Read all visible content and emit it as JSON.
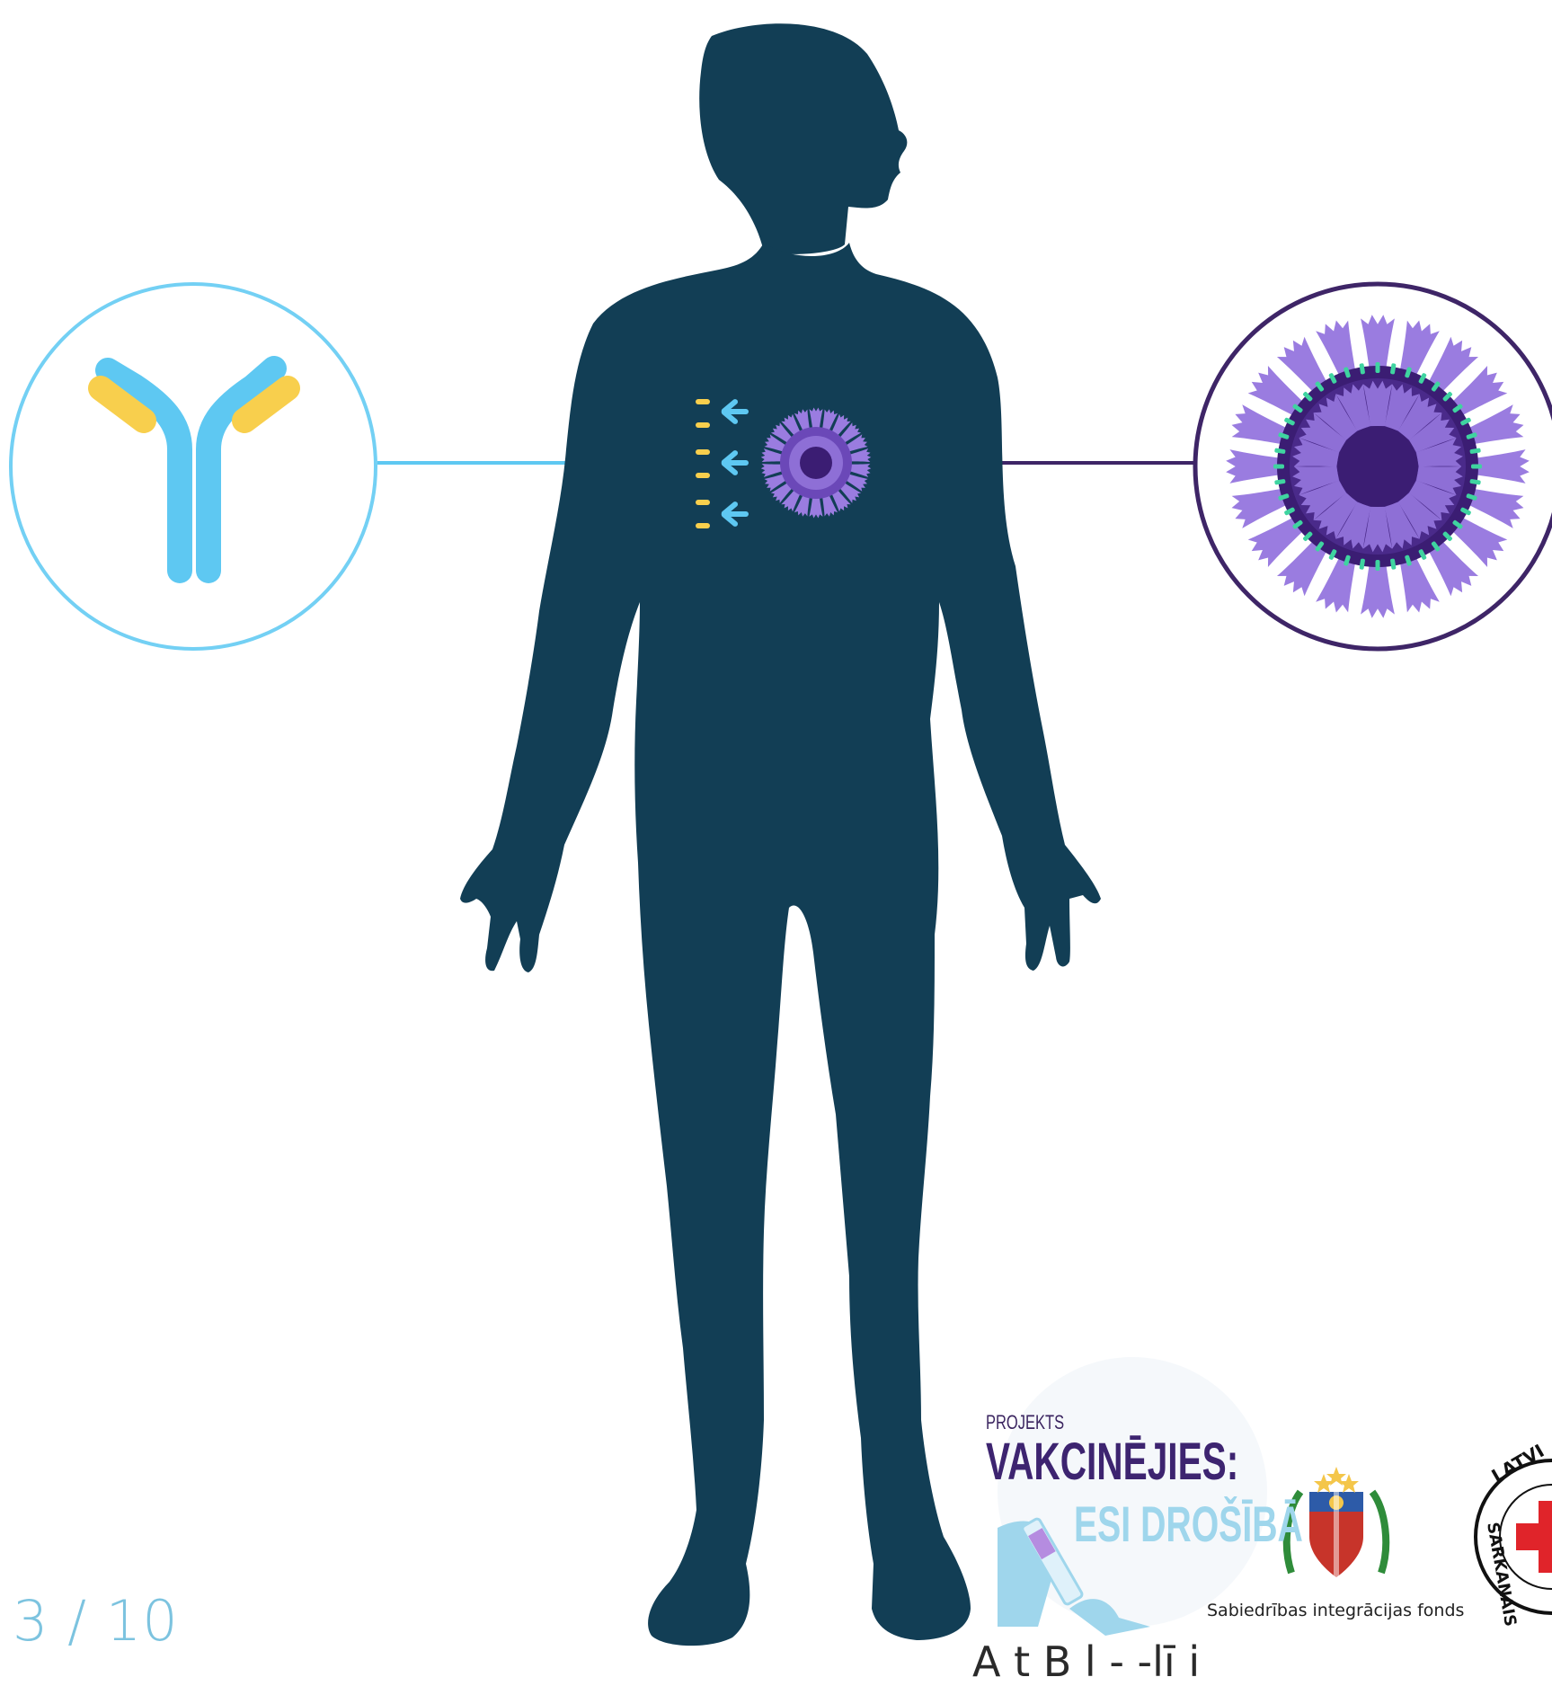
{
  "slide": {
    "page_counter": "3 / 10"
  },
  "illustration": {
    "figure": "human-silhouette",
    "left_callout": "antibody-icon",
    "right_callout": "virus-icon",
    "colors": {
      "silhouette": "#123e55",
      "antibody_arm": "#5ec8f2",
      "antibody_tip": "#f8cf4d",
      "antibody_ring": "#73d0f4",
      "virus_ring": "#3e2567",
      "virus_core": "#3b1d73",
      "virus_body": "#6b48b8",
      "virus_spike": "#9a7ce0",
      "virus_dot": "#3fd4a0"
    }
  },
  "footer": {
    "projekts_label": "PROJEKTS",
    "project_title": "VAKCINĒJIES:",
    "project_subtitle": "ESI DROŠĪBĀ",
    "fund_name": "Sabiedrības integrācijas fonds",
    "bottom_text_partial": "A t   B          l  -     -lī               i",
    "partner_logo": "latvian-red-cross-logo",
    "red_cross_text_top": "LATVI",
    "red_cross_text_bottom": "SARKANAIS"
  }
}
